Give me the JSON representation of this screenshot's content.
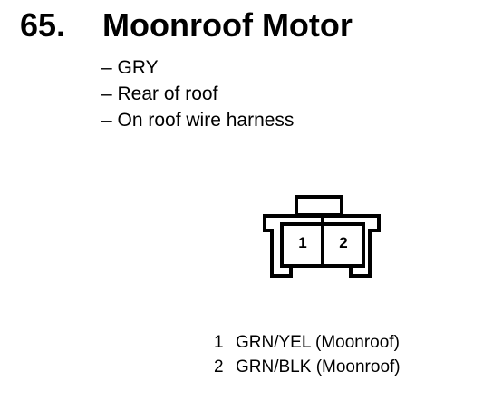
{
  "header": {
    "number": "65.",
    "title": "Moonroof Motor"
  },
  "notes": [
    "– GRY",
    "– Rear of roof",
    "– On roof wire harness"
  ],
  "connector": {
    "cavity_labels": [
      "1",
      "2"
    ]
  },
  "pins": [
    {
      "number": "1",
      "wire": "GRN/YEL (Moonroof)"
    },
    {
      "number": "2",
      "wire": "GRN/BLK (Moonroof)"
    }
  ]
}
